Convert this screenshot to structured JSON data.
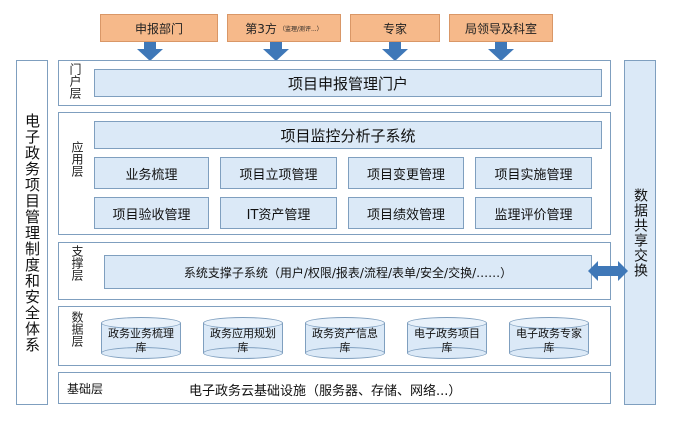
{
  "actors": [
    {
      "label": "申报部门",
      "sub": ""
    },
    {
      "label": "第3方",
      "sub": "（监理/测评...）"
    },
    {
      "label": "专家",
      "sub": ""
    },
    {
      "label": "局领导及科室",
      "sub": ""
    }
  ],
  "left_label": "电子政务项目管理制度和安全体系",
  "right_label": "数据共享交换",
  "layers": {
    "portal": {
      "label": "门户层",
      "box": "项目申报管理门户"
    },
    "application": {
      "label": "应用层",
      "main": "项目监控分析子系统",
      "modules": [
        "业务梳理",
        "项目立项管理",
        "项目变更管理",
        "项目实施管理",
        "项目验收管理",
        "IT资产管理",
        "项目绩效管理",
        "监理评价管理"
      ]
    },
    "support": {
      "label": "支撑层",
      "box": "系统支撑子系统（用户/权限/报表/流程/表单/安全/交换/……）"
    },
    "data": {
      "label": "数据层",
      "databases": [
        "政务业务梳理库",
        "政务应用规划库",
        "政务资产信息库",
        "电子政务项目库",
        "电子政务专家库"
      ]
    },
    "base": {
      "label": "基础层",
      "text": "电子政务云基础设施（服务器、存储、网络...）"
    }
  },
  "colors": {
    "actor_fill": "#f6b98a",
    "box_fill": "#dbe9f7",
    "border": "#7f9fbf",
    "arrow": "#3f78b8"
  }
}
